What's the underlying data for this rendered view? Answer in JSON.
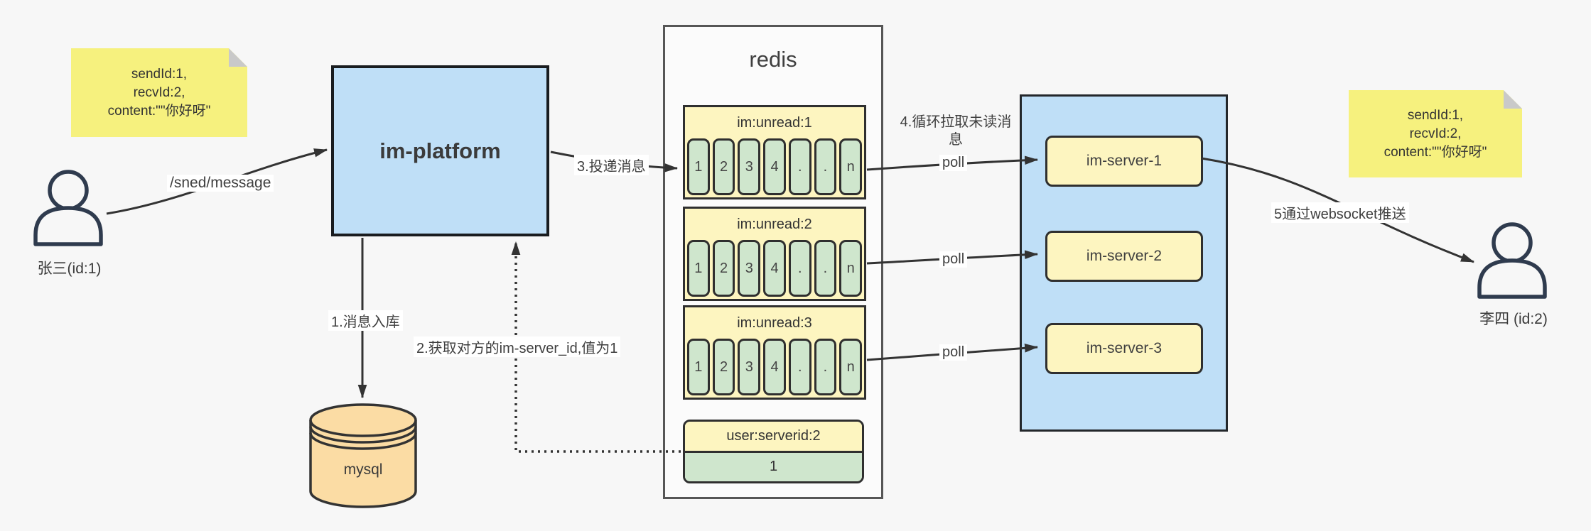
{
  "colors": {
    "background": "#f7f7f7",
    "platform_blue": "#bfdff7",
    "sticky_yellow": "#f6f17e",
    "block_yellow": "#fdf5c0",
    "cell_green": "#cfe6cd",
    "mysql_tan": "#fbdca4",
    "line_dark": "#333333"
  },
  "actors": {
    "sender": {
      "label": "张三(id:1)"
    },
    "receiver": {
      "label": "李四 (id:2)"
    }
  },
  "notes": {
    "sender_payload": "sendId:1,\nrecvId:2,\ncontent:\"\"你好呀\"",
    "receiver_payload": "sendId:1,\nrecvId:2,\ncontent:\"\"你好呀\""
  },
  "platform": {
    "label": "im-platform"
  },
  "mysql": {
    "label": "mysql"
  },
  "redis": {
    "title": "redis",
    "queues": [
      {
        "title": "im:unread:1",
        "cells": [
          "1",
          "2",
          "3",
          "4",
          ".",
          ".",
          "n"
        ]
      },
      {
        "title": "im:unread:2",
        "cells": [
          "1",
          "2",
          "3",
          "4",
          ".",
          ".",
          "n"
        ]
      },
      {
        "title": "im:unread:3",
        "cells": [
          "1",
          "2",
          "3",
          "4",
          ".",
          ".",
          "n"
        ]
      }
    ],
    "server_map": {
      "title": "user:serverid:2",
      "value": "1"
    }
  },
  "servers": [
    {
      "label": "im-server-1"
    },
    {
      "label": "im-server-2"
    },
    {
      "label": "im-server-3"
    }
  ],
  "edges": {
    "send": "/sned/message",
    "step1": "1.消息入库",
    "step2": "2.获取对方的im-server_id,值为1",
    "step3": "3.投递消息",
    "step4": "4.循环拉取未读消息",
    "poll": "poll",
    "step5": "5通过websocket推送"
  }
}
